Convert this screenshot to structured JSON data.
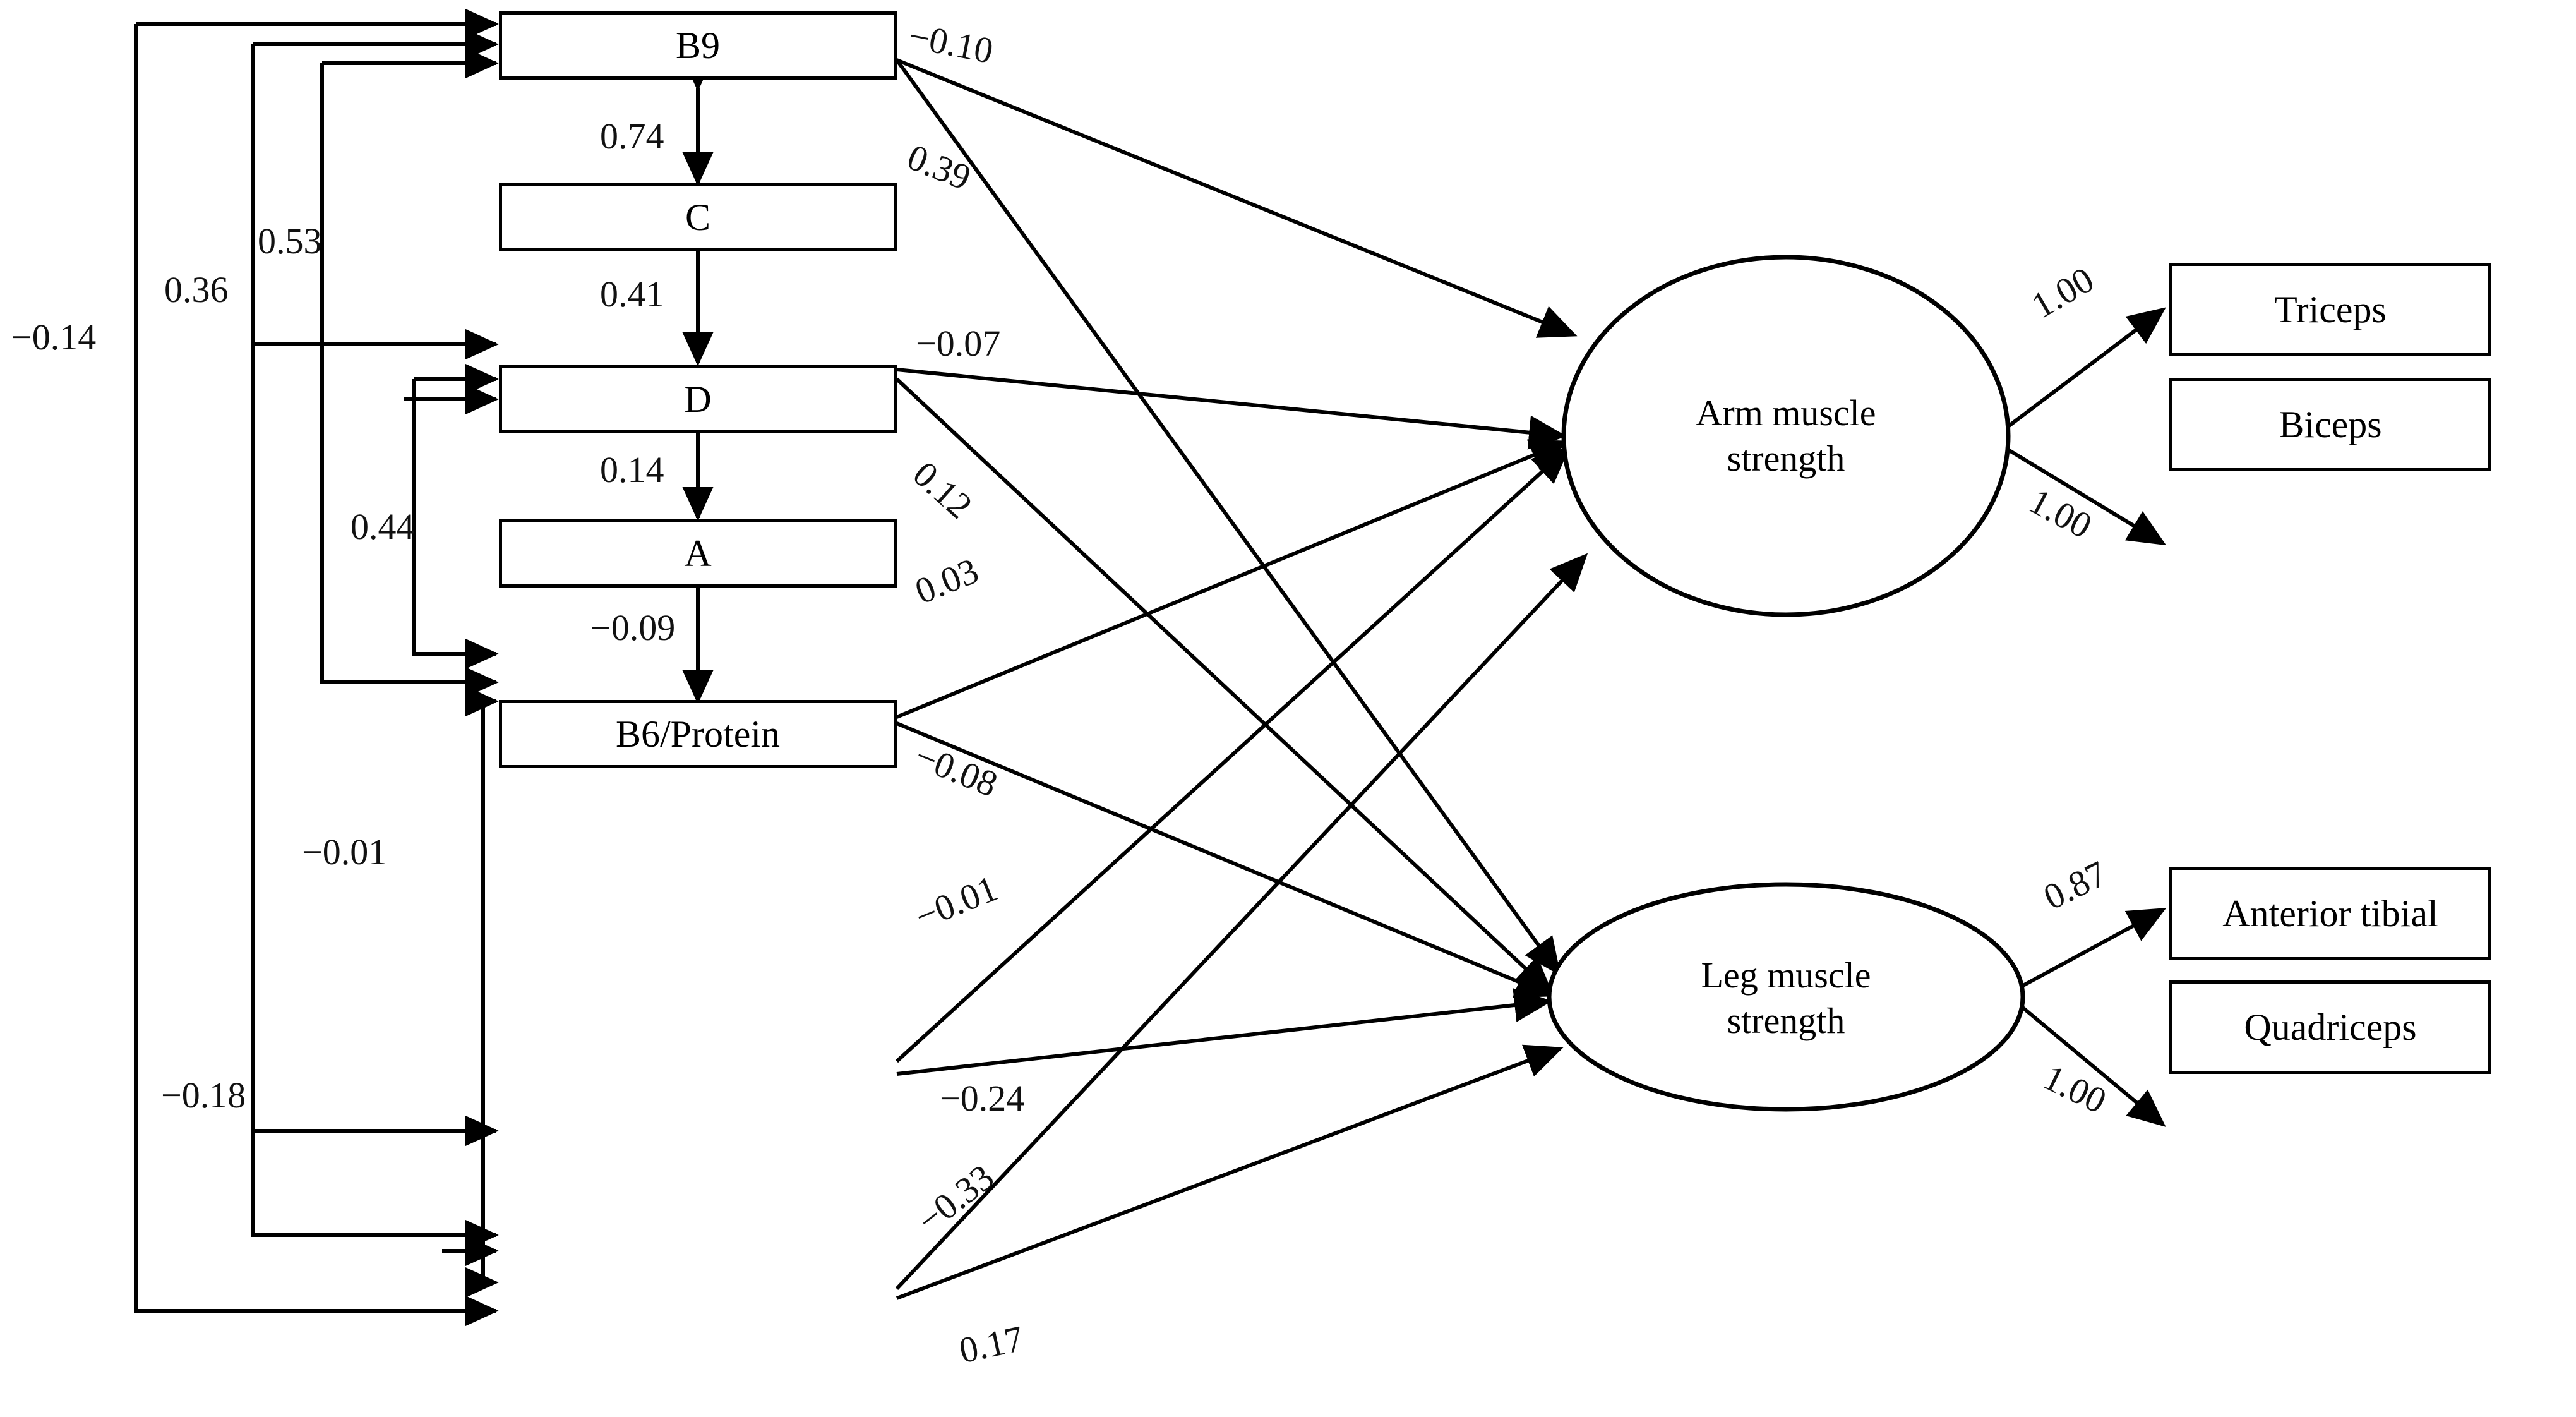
{
  "diagram": {
    "type": "structural-equation-model-path-diagram",
    "predictors": [
      {
        "id": "b9",
        "label": "B9"
      },
      {
        "id": "c",
        "label": "C"
      },
      {
        "id": "d",
        "label": "D"
      },
      {
        "id": "a",
        "label": "A"
      },
      {
        "id": "b6prot",
        "label": "B6/Protein"
      }
    ],
    "latents": [
      {
        "id": "arm",
        "line1": "Arm muscle",
        "line2": "strength"
      },
      {
        "id": "leg",
        "line1": "Leg muscle",
        "line2": "strength"
      }
    ],
    "indicators": [
      {
        "id": "triceps",
        "label": "Triceps"
      },
      {
        "id": "biceps",
        "label": "Biceps"
      },
      {
        "id": "anterior-tibial",
        "label": "Anterior tibial"
      },
      {
        "id": "quadriceps",
        "label": "Quadriceps"
      }
    ],
    "adjacent_correlations": [
      {
        "id": "b9-c",
        "from": "B9",
        "to": "C",
        "value": "0.74"
      },
      {
        "id": "c-d",
        "from": "C",
        "to": "D",
        "value": "0.41"
      },
      {
        "id": "d-a",
        "from": "D",
        "to": "A",
        "value": "0.14"
      },
      {
        "id": "a-b6prot",
        "from": "A",
        "to": "B6/Protein",
        "value": "−0.09"
      }
    ],
    "routed_correlations": [
      {
        "id": "b9-b6prot",
        "from": "B9",
        "to": "B6/Protein",
        "value": "−0.14"
      },
      {
        "id": "b9-a",
        "from": "B9",
        "to": "A",
        "value": "0.36"
      },
      {
        "id": "c-b6prot",
        "from": "C",
        "to": "B6/Protein",
        "value": "−0.18"
      },
      {
        "id": "b9-d",
        "from": "B9",
        "to": "D",
        "value": "0.53"
      },
      {
        "id": "c-a",
        "from": "C",
        "to": "A",
        "value": "0.44"
      },
      {
        "id": "d-b6prot",
        "from": "D",
        "to": "B6/Protein",
        "value": "−0.01"
      }
    ],
    "structural_paths": [
      {
        "id": "b9-arm",
        "from": "B9",
        "to": "Arm muscle strength",
        "value": "−0.10"
      },
      {
        "id": "b9-leg",
        "from": "B9",
        "to": "Leg muscle strength",
        "value": "0.39"
      },
      {
        "id": "c-arm",
        "from": "C",
        "to": "Arm muscle strength",
        "value": "−0.07"
      },
      {
        "id": "c-leg",
        "from": "C",
        "to": "Leg muscle strength",
        "value": "0.12"
      },
      {
        "id": "d-arm",
        "from": "D",
        "to": "Arm muscle strength",
        "value": "0.03"
      },
      {
        "id": "d-leg",
        "from": "D",
        "to": "Leg muscle strength",
        "value": "−0.08"
      },
      {
        "id": "a-arm",
        "from": "A",
        "to": "Arm muscle strength",
        "value": "−0.01"
      },
      {
        "id": "a-leg",
        "from": "A",
        "to": "Leg muscle strength",
        "value": "−0.24"
      },
      {
        "id": "b6prot-arm",
        "from": "B6/Protein",
        "to": "Arm muscle strength",
        "value": "−0.33"
      },
      {
        "id": "b6prot-leg",
        "from": "B6/Protein",
        "to": "Leg muscle strength",
        "value": "0.17"
      }
    ],
    "measurement_paths": [
      {
        "id": "arm-triceps",
        "from": "Arm muscle strength",
        "to": "Triceps",
        "value": "1.00"
      },
      {
        "id": "arm-biceps",
        "from": "Arm muscle strength",
        "to": "Biceps",
        "value": "1.00"
      },
      {
        "id": "leg-anterior-tibial",
        "from": "Leg muscle strength",
        "to": "Anterior tibial",
        "value": "0.87"
      },
      {
        "id": "leg-quadriceps",
        "from": "Leg muscle strength",
        "to": "Quadriceps",
        "value": "1.00"
      }
    ],
    "colors": {
      "stroke": "#000000",
      "fill": "#ffffff"
    }
  }
}
